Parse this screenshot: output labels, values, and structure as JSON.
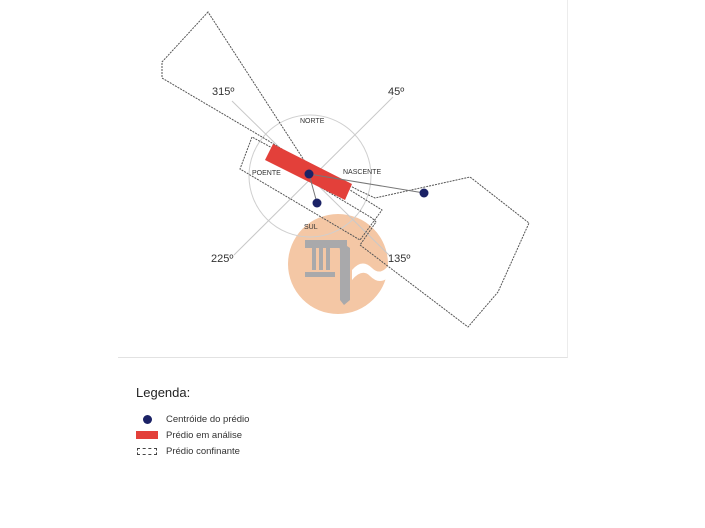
{
  "diagram": {
    "angles": {
      "a315": "315º",
      "a45": "45º",
      "a225": "225º",
      "a135": "135º"
    },
    "directions": {
      "north": "NORTE",
      "east": "NASCENTE",
      "south": "SUL",
      "west": "POENTE"
    },
    "colors": {
      "building": "#e3403a",
      "centroid": "#1b2266",
      "watermark": "#f4c7a5",
      "outline": "#444444"
    }
  },
  "legend": {
    "title": "Legenda:",
    "items": [
      {
        "symbol": "centroid-dot",
        "label": "Centróide do prédio"
      },
      {
        "symbol": "red-rect",
        "label": "Prédio em análise"
      },
      {
        "symbol": "dashed-rect",
        "label": "Prédio confinante"
      }
    ]
  }
}
